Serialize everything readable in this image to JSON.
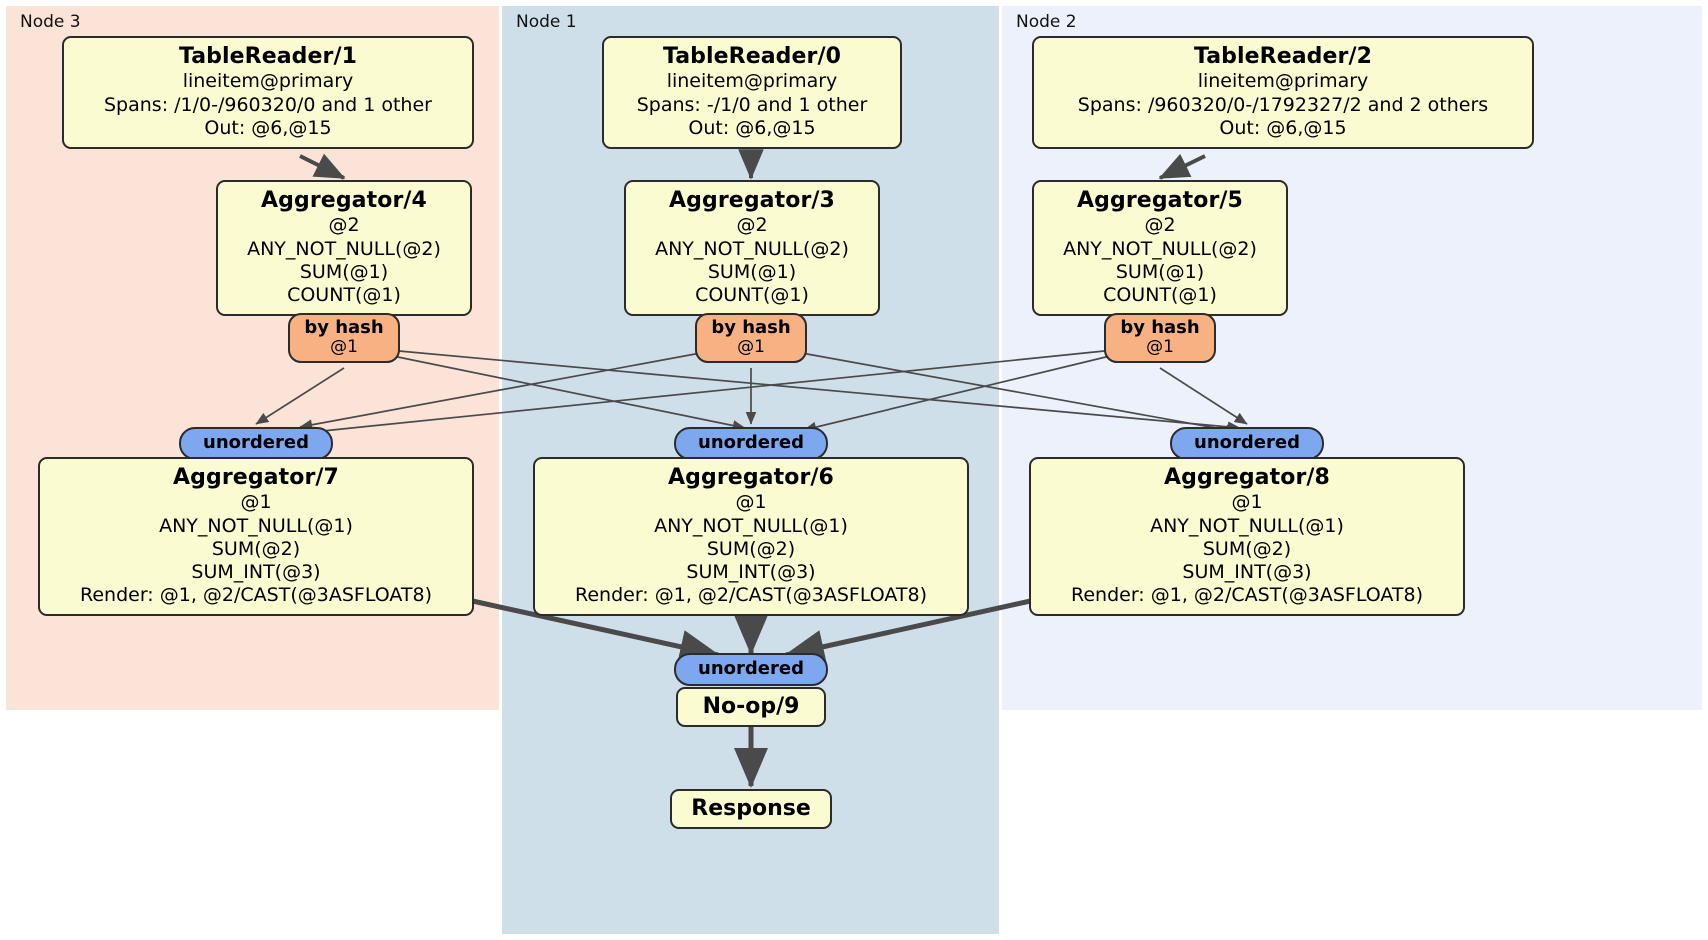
{
  "diagram": {
    "type": "distributed-query-plan",
    "title": "",
    "colors": {
      "node3_panel": "#fbe3d7",
      "node1_panel": "#cfdfe9",
      "node2_panel": "#ecf1fb",
      "box_fill": "#fbfbd2",
      "box_stroke": "#2b2b2b",
      "hash_badge": "#f7b183",
      "unordered_badge": "#7da8ef",
      "edge": "#4a4a4a"
    },
    "panels": [
      {
        "id": "node3",
        "label": "Node 3"
      },
      {
        "id": "node1",
        "label": "Node 1"
      },
      {
        "id": "node2",
        "label": "Node 2"
      }
    ],
    "readers": [
      {
        "id": "tr1",
        "title": "TableReader/1",
        "table": "lineitem@primary",
        "spans": "Spans: /1/0-/960320/0 and 1 other",
        "out": "Out: @6,@15"
      },
      {
        "id": "tr0",
        "title": "TableReader/0",
        "table": "lineitem@primary",
        "spans": "Spans: -/1/0 and 1 other",
        "out": "Out: @6,@15"
      },
      {
        "id": "tr2",
        "title": "TableReader/2",
        "table": "lineitem@primary",
        "spans": "Spans: /960320/0-/1792327/2 and 2 others",
        "out": "Out: @6,@15"
      }
    ],
    "aggregators_stage1": [
      {
        "id": "agg4",
        "title": "Aggregator/4",
        "group": "@2",
        "f1": "ANY_NOT_NULL(@2)",
        "f2": "SUM(@1)",
        "f3": "COUNT(@1)"
      },
      {
        "id": "agg3",
        "title": "Aggregator/3",
        "group": "@2",
        "f1": "ANY_NOT_NULL(@2)",
        "f2": "SUM(@1)",
        "f3": "COUNT(@1)"
      },
      {
        "id": "agg5",
        "title": "Aggregator/5",
        "group": "@2",
        "f1": "ANY_NOT_NULL(@2)",
        "f2": "SUM(@1)",
        "f3": "COUNT(@1)"
      }
    ],
    "hash_routers": [
      {
        "id": "hash4",
        "label": "by hash",
        "key": "@1"
      },
      {
        "id": "hash3",
        "label": "by hash",
        "key": "@1"
      },
      {
        "id": "hash5",
        "label": "by hash",
        "key": "@1"
      }
    ],
    "unordered_collectors": [
      {
        "id": "unord7",
        "label": "unordered"
      },
      {
        "id": "unord6",
        "label": "unordered"
      },
      {
        "id": "unord8",
        "label": "unordered"
      },
      {
        "id": "unord9",
        "label": "unordered"
      }
    ],
    "aggregators_stage2": [
      {
        "id": "agg7",
        "title": "Aggregator/7",
        "group": "@1",
        "f1": "ANY_NOT_NULL(@1)",
        "f2": "SUM(@2)",
        "f3": "SUM_INT(@3)",
        "render": "Render: @1, @2/CAST(@3ASFLOAT8)"
      },
      {
        "id": "agg6",
        "title": "Aggregator/6",
        "group": "@1",
        "f1": "ANY_NOT_NULL(@1)",
        "f2": "SUM(@2)",
        "f3": "SUM_INT(@3)",
        "render": "Render: @1, @2/CAST(@3ASFLOAT8)"
      },
      {
        "id": "agg8",
        "title": "Aggregator/8",
        "group": "@1",
        "f1": "ANY_NOT_NULL(@1)",
        "f2": "SUM(@2)",
        "f3": "SUM_INT(@3)",
        "render": "Render: @1, @2/CAST(@3ASFLOAT8)"
      }
    ],
    "sinks": [
      {
        "id": "noop9",
        "label": "No-op/9"
      },
      {
        "id": "response",
        "label": "Response"
      }
    ]
  }
}
